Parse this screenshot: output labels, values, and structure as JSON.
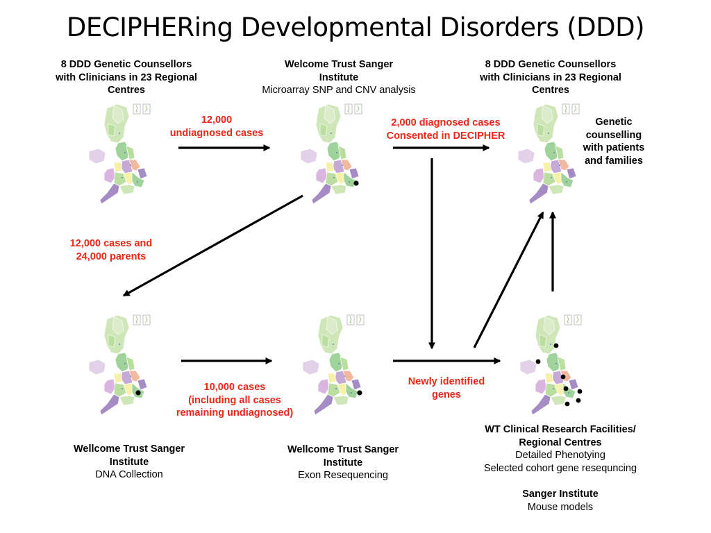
{
  "title": "DECIPHERing Developmental Disorders (DDD)",
  "nodes": {
    "top_left": {
      "bold_lines": [
        "8 DDD Genetic Counsellors",
        "with Clinicians in 23 Regional",
        "Centres"
      ],
      "plain_lines": []
    },
    "top_middle": {
      "bold_lines": [
        "Welcome Trust Sanger",
        "Institute"
      ],
      "plain_lines": [
        "Microarray SNP and CNV analysis"
      ]
    },
    "top_right": {
      "bold_lines": [
        "8 DDD Genetic Counsellors",
        "with Clinicians in 23 Regional",
        "Centres"
      ],
      "plain_lines": []
    },
    "top_right_side": {
      "bold_lines": [
        "Genetic",
        "counselling",
        "with patients",
        "and families"
      ]
    },
    "bottom_left": {
      "bold_lines": [
        "Wellcome Trust Sanger",
        "Institute"
      ],
      "plain_lines": [
        "DNA Collection"
      ]
    },
    "bottom_middle": {
      "bold_lines": [
        "Wellcome Trust Sanger",
        "Institute"
      ],
      "plain_lines": [
        "Exon Resequencing"
      ]
    },
    "bottom_right": {
      "bold_lines": [
        "WT Clinical Research Facilities/",
        "Regional Centres"
      ],
      "plain_lines": [
        "Detailed Phenotying",
        "Selected cohort gene resequncing"
      ]
    },
    "bottom_right_extra": {
      "bold_lines": [
        "Sanger Institute"
      ],
      "plain_lines": [
        "Mouse models"
      ]
    }
  },
  "edge_labels": {
    "undiagnosed": [
      "12,000",
      "undiagnosed cases"
    ],
    "diagnosed": [
      "2,000  diagnosed cases",
      "Consented in DECIPHER"
    ],
    "cases_parents": [
      "12,000 cases and",
      "24,000 parents"
    ],
    "remaining": [
      "10,000 cases",
      "(including all cases",
      "remaining undiagnosed)"
    ],
    "new_genes": [
      "Newly identified",
      "genes"
    ]
  },
  "colors": {
    "label_red": "#e8281a",
    "arrow": "#000000",
    "region_palette": [
      "#cfe6b8",
      "#b9dea0",
      "#e3d1ea",
      "#c5a9d6",
      "#a58cc4",
      "#f3b9a0",
      "#f7f0a8",
      "#9fd39b",
      "#d9b5e0"
    ]
  }
}
